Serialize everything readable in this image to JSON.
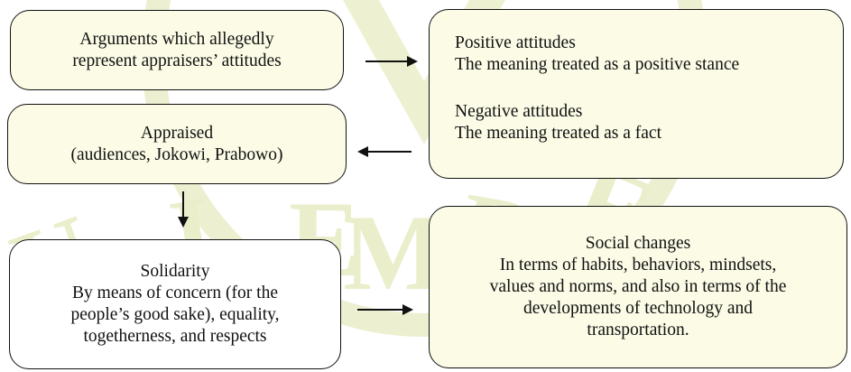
{
  "colors": {
    "box_fill_yellow": "#fbfbe6",
    "box_fill_white": "#ffffff",
    "stroke": "#111111",
    "watermark": "#e9ecc4"
  },
  "watermark": {
    "letters": [
      "U",
      "J",
      "E",
      "M",
      "B",
      "E",
      "R"
    ]
  },
  "boxes": {
    "arguments": {
      "lines": [
        "Arguments which allegedly",
        "represent appraisers’ attitudes"
      ]
    },
    "attitudes": {
      "positive_title": "Positive attitudes",
      "positive_text": "The meaning treated as a positive stance",
      "negative_title": "Negative attitudes",
      "negative_text": "The meaning treated as a fact"
    },
    "appraised": {
      "lines": [
        "Appraised",
        "(audiences, Jokowi, Prabowo)"
      ]
    },
    "solidarity": {
      "lines": [
        "Solidarity",
        "By means of concern (for the",
        "people’s good sake), equality,",
        "togetherness, and respects"
      ]
    },
    "social_changes": {
      "lines": [
        "Social changes",
        "In terms of habits, behaviors, mindsets,",
        "values and norms, and also in terms of the",
        "developments of technology and",
        "transportation."
      ]
    }
  },
  "arrows": [
    {
      "from": "arguments",
      "to": "attitudes",
      "direction": "right"
    },
    {
      "from": "attitudes",
      "to": "appraised",
      "direction": "left"
    },
    {
      "from": "appraised",
      "to": "solidarity",
      "direction": "down"
    },
    {
      "from": "solidarity",
      "to": "social_changes",
      "direction": "right"
    }
  ]
}
